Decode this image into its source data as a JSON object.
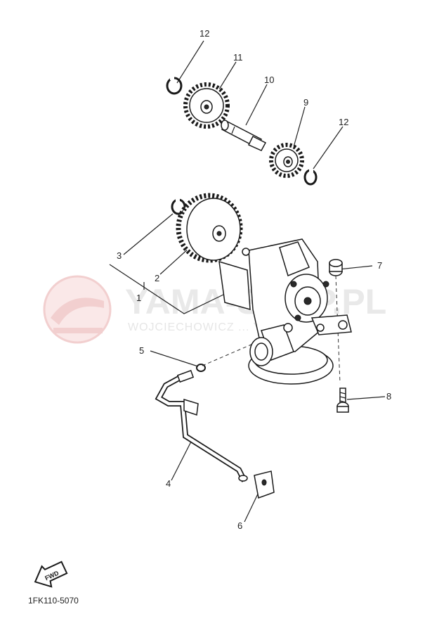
{
  "watermark": {
    "brand": "YAMA-SHOP.PL",
    "dealer": "WOJCIECHOWICZ ... YAMAHA"
  },
  "fwd_label": "FWD",
  "diagram_code": "1FK110-5070",
  "callouts": {
    "p1": "1",
    "p2": "2",
    "p3": "3",
    "p4": "4",
    "p5": "5",
    "p6": "6",
    "p7": "7",
    "p8": "8",
    "p9": "9",
    "p10": "10",
    "p11": "11",
    "p12a": "12",
    "p12b": "12"
  },
  "colors": {
    "ink": "#1a1a1a",
    "watermark": "#e2a8a8"
  }
}
